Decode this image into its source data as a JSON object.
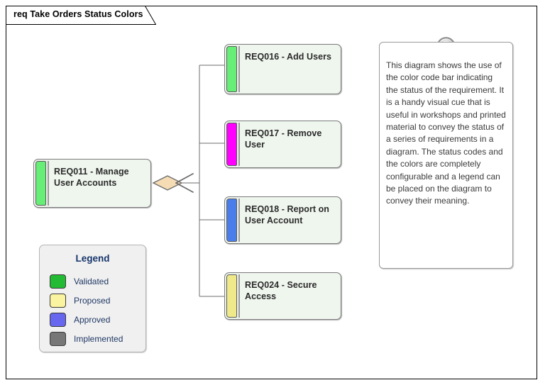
{
  "frame": {
    "title": "req Take Orders Status Colors",
    "border_color": "#000000",
    "background": "#ffffff"
  },
  "colors": {
    "status_validated": "#66ee77",
    "status_magenta": "#ff00ff",
    "status_approved": "#4a7dea",
    "status_proposed": "#f0e98a",
    "element_fill": "#eff6ee",
    "element_border": "#7a7a7a",
    "connector": "#6e6e6e",
    "diamond_fill": "#f5dcb4",
    "legend_background": "#f0f0f0",
    "legend_text": "#1f3864"
  },
  "elements": {
    "parent": {
      "id": "REQ011",
      "label": "REQ011 - Manage User Accounts",
      "status_color": "#66ee77",
      "status_name": "Validated"
    },
    "children": [
      {
        "id": "REQ016",
        "label": "REQ016 - Add Users",
        "status_color": "#66ee77",
        "status_name": "Validated"
      },
      {
        "id": "REQ017",
        "label": "REQ017 - Remove User",
        "status_color": "#ff00ff",
        "status_name": "Magenta"
      },
      {
        "id": "REQ018",
        "label": "REQ018 - Report on User Account",
        "status_color": "#4a7dea",
        "status_name": "Approved"
      },
      {
        "id": "REQ024",
        "label": "REQ024 - Secure Access",
        "status_color": "#f0e98a",
        "status_name": "Proposed"
      }
    ]
  },
  "note": {
    "text": "This diagram shows the use of the color code bar indicating the status of the requirement. It is a handy visual cue that is useful in workshops and printed material to convey the status of a series of requirements in a diagram. The status codes and the colors are completely configurable and a legend can be placed on the diagram to convey their meaning."
  },
  "legend": {
    "title": "Legend",
    "items": [
      {
        "label": "Validated",
        "color": "#22bb33"
      },
      {
        "label": "Proposed",
        "color": "#faf3a0"
      },
      {
        "label": "Approved",
        "color": "#6666ee"
      },
      {
        "label": "Implemented",
        "color": "#777777"
      }
    ]
  }
}
